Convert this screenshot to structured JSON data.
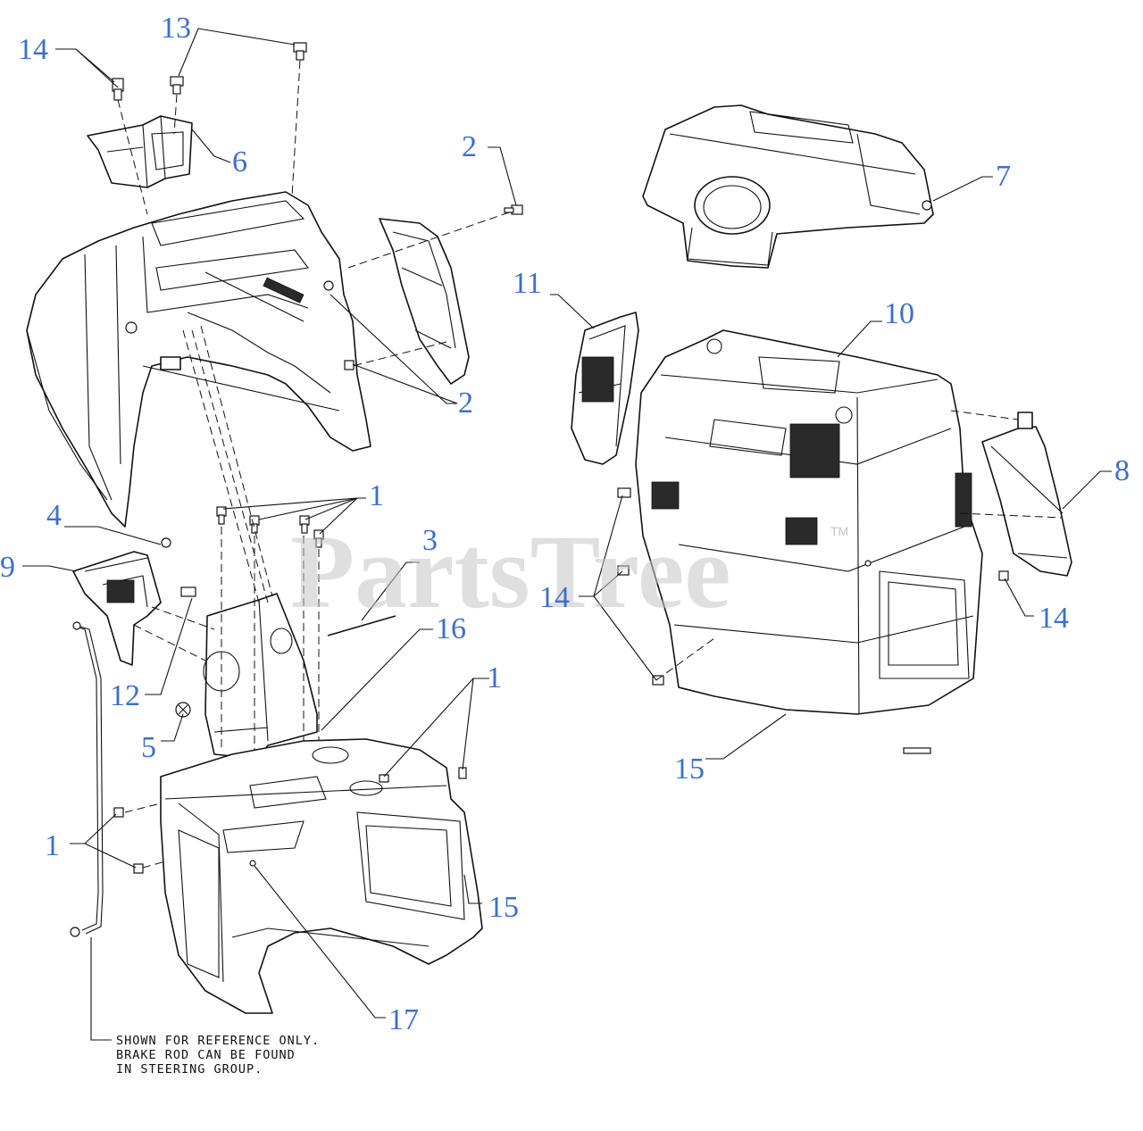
{
  "watermark": {
    "text": "PartsTree",
    "tm": "TM"
  },
  "callouts": {
    "c14a": "14",
    "c13": "13",
    "c6": "6",
    "c2a": "2",
    "c2b": "2",
    "c7": "7",
    "c11": "11",
    "c10": "10",
    "c8": "8",
    "c1a": "1",
    "c4": "4",
    "c9": "9",
    "c3": "3",
    "c16": "16",
    "c12": "12",
    "c5": "5",
    "c1b": "1",
    "c14b": "14",
    "c14c": "14",
    "c15a": "15",
    "c1c": "1",
    "c15b": "15",
    "c17": "17"
  },
  "note": {
    "line1": "SHOWN FOR REFERENCE ONLY.",
    "line2": "BRAKE ROD CAN BE FOUND",
    "line3": "IN STEERING GROUP."
  },
  "colors": {
    "callout": "#3e6fc9",
    "line": "#111111",
    "watermark": "#c4c4c4"
  }
}
